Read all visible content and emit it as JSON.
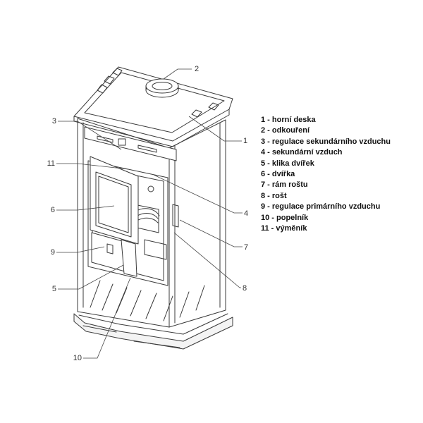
{
  "colors": {
    "line": "#3a3a3a",
    "leader": "#444444",
    "text": "#111111",
    "background": "#ffffff"
  },
  "callouts": [
    "1",
    "2",
    "3",
    "4",
    "5",
    "6",
    "7",
    "8",
    "9",
    "10",
    "11"
  ],
  "legend": [
    {
      "number": "1",
      "label": "1 - horní deska"
    },
    {
      "number": "2",
      "label": "2 - odkouření"
    },
    {
      "number": "3",
      "label": "3 - regulace sekundárního vzduchu"
    },
    {
      "number": "4",
      "label": "4 - sekundární vzduch"
    },
    {
      "number": "5",
      "label": "5 - klika dvířek"
    },
    {
      "number": "6",
      "label": "6 - dvířka"
    },
    {
      "number": "7",
      "label": "7 - rám roštu"
    },
    {
      "number": "8",
      "label": "8 - rošt"
    },
    {
      "number": "9",
      "label": "9 - regulace primárního vzduchu"
    },
    {
      "number": "10",
      "label": "10 - popelník"
    },
    {
      "number": "11",
      "label": "11 - výměník"
    }
  ]
}
